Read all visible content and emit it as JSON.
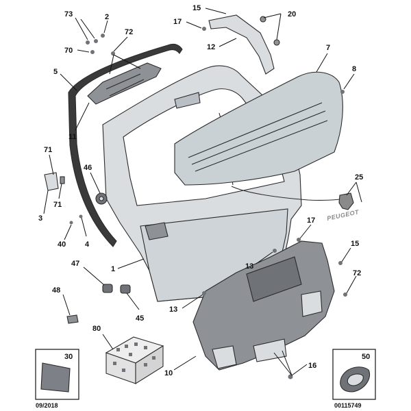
{
  "callouts": {
    "c1": "1",
    "c2": "2",
    "c3": "3",
    "c4": "4",
    "c5": "5",
    "c7": "7",
    "c8": "8",
    "c10": "10",
    "c11": "11",
    "c12": "12",
    "c13a": "13",
    "c13b": "13",
    "c15a": "15",
    "c15b": "15",
    "c16": "16",
    "c17a": "17",
    "c17b": "17",
    "c20": "20",
    "c25": "25",
    "c30": "30",
    "c40": "40",
    "c45": "45",
    "c46": "46",
    "c47": "47",
    "c48": "48",
    "c50": "50",
    "c70": "70",
    "c71a": "71",
    "c71b": "71",
    "c72a": "72",
    "c72b": "72",
    "c73": "73",
    "c80": "80"
  },
  "brand_text": "PEUGEOT",
  "footer": {
    "date": "09/2018",
    "ref": "00115749"
  },
  "colors": {
    "panel": "#d9dde0",
    "panel_dark": "#b9bfc4",
    "glass": "#c9d1d4",
    "liner": "#8e9196",
    "liner_dark": "#6f7277",
    "seal": "#3a3a3a",
    "ink": "#111111"
  }
}
